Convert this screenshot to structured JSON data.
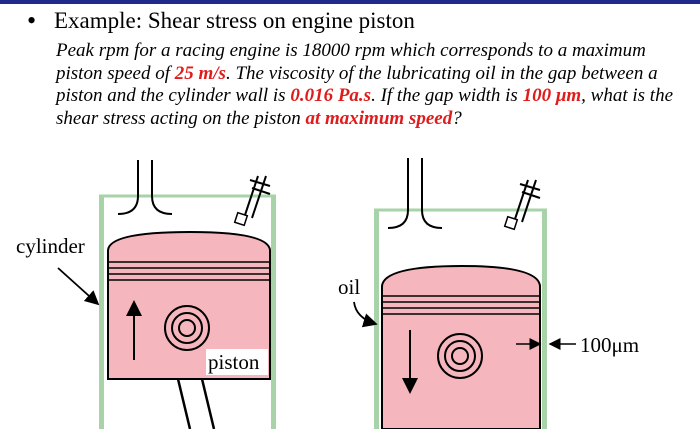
{
  "header": {
    "bullet": "•",
    "title": "Example: Shear stress on engine piston"
  },
  "problem": {
    "s1": "Peak rpm for a racing engine is 18000 rpm which corresponds to a maximum piston speed of ",
    "v_speed": "25 m/s",
    "s2": ". The viscosity of the lubricating oil in the gap between a piston and the cylinder wall is ",
    "v_visc": "0.016 Pa.s",
    "s3": ". If the gap width is ",
    "v_gap": "100 μm",
    "s4": ", what is the shear stress acting on the piston ",
    "v_cond": "at maximum speed",
    "s5": "?"
  },
  "labels": {
    "cylinder": "cylinder",
    "piston": "piston",
    "oil": "oil",
    "gap": "100μm"
  },
  "colors": {
    "accent_bar": "#1f2a8a",
    "highlight": "#e01b1b",
    "cylinder_wall": "#a8d3a8",
    "piston_fill": "#f5b6bd",
    "outline": "#000000"
  }
}
